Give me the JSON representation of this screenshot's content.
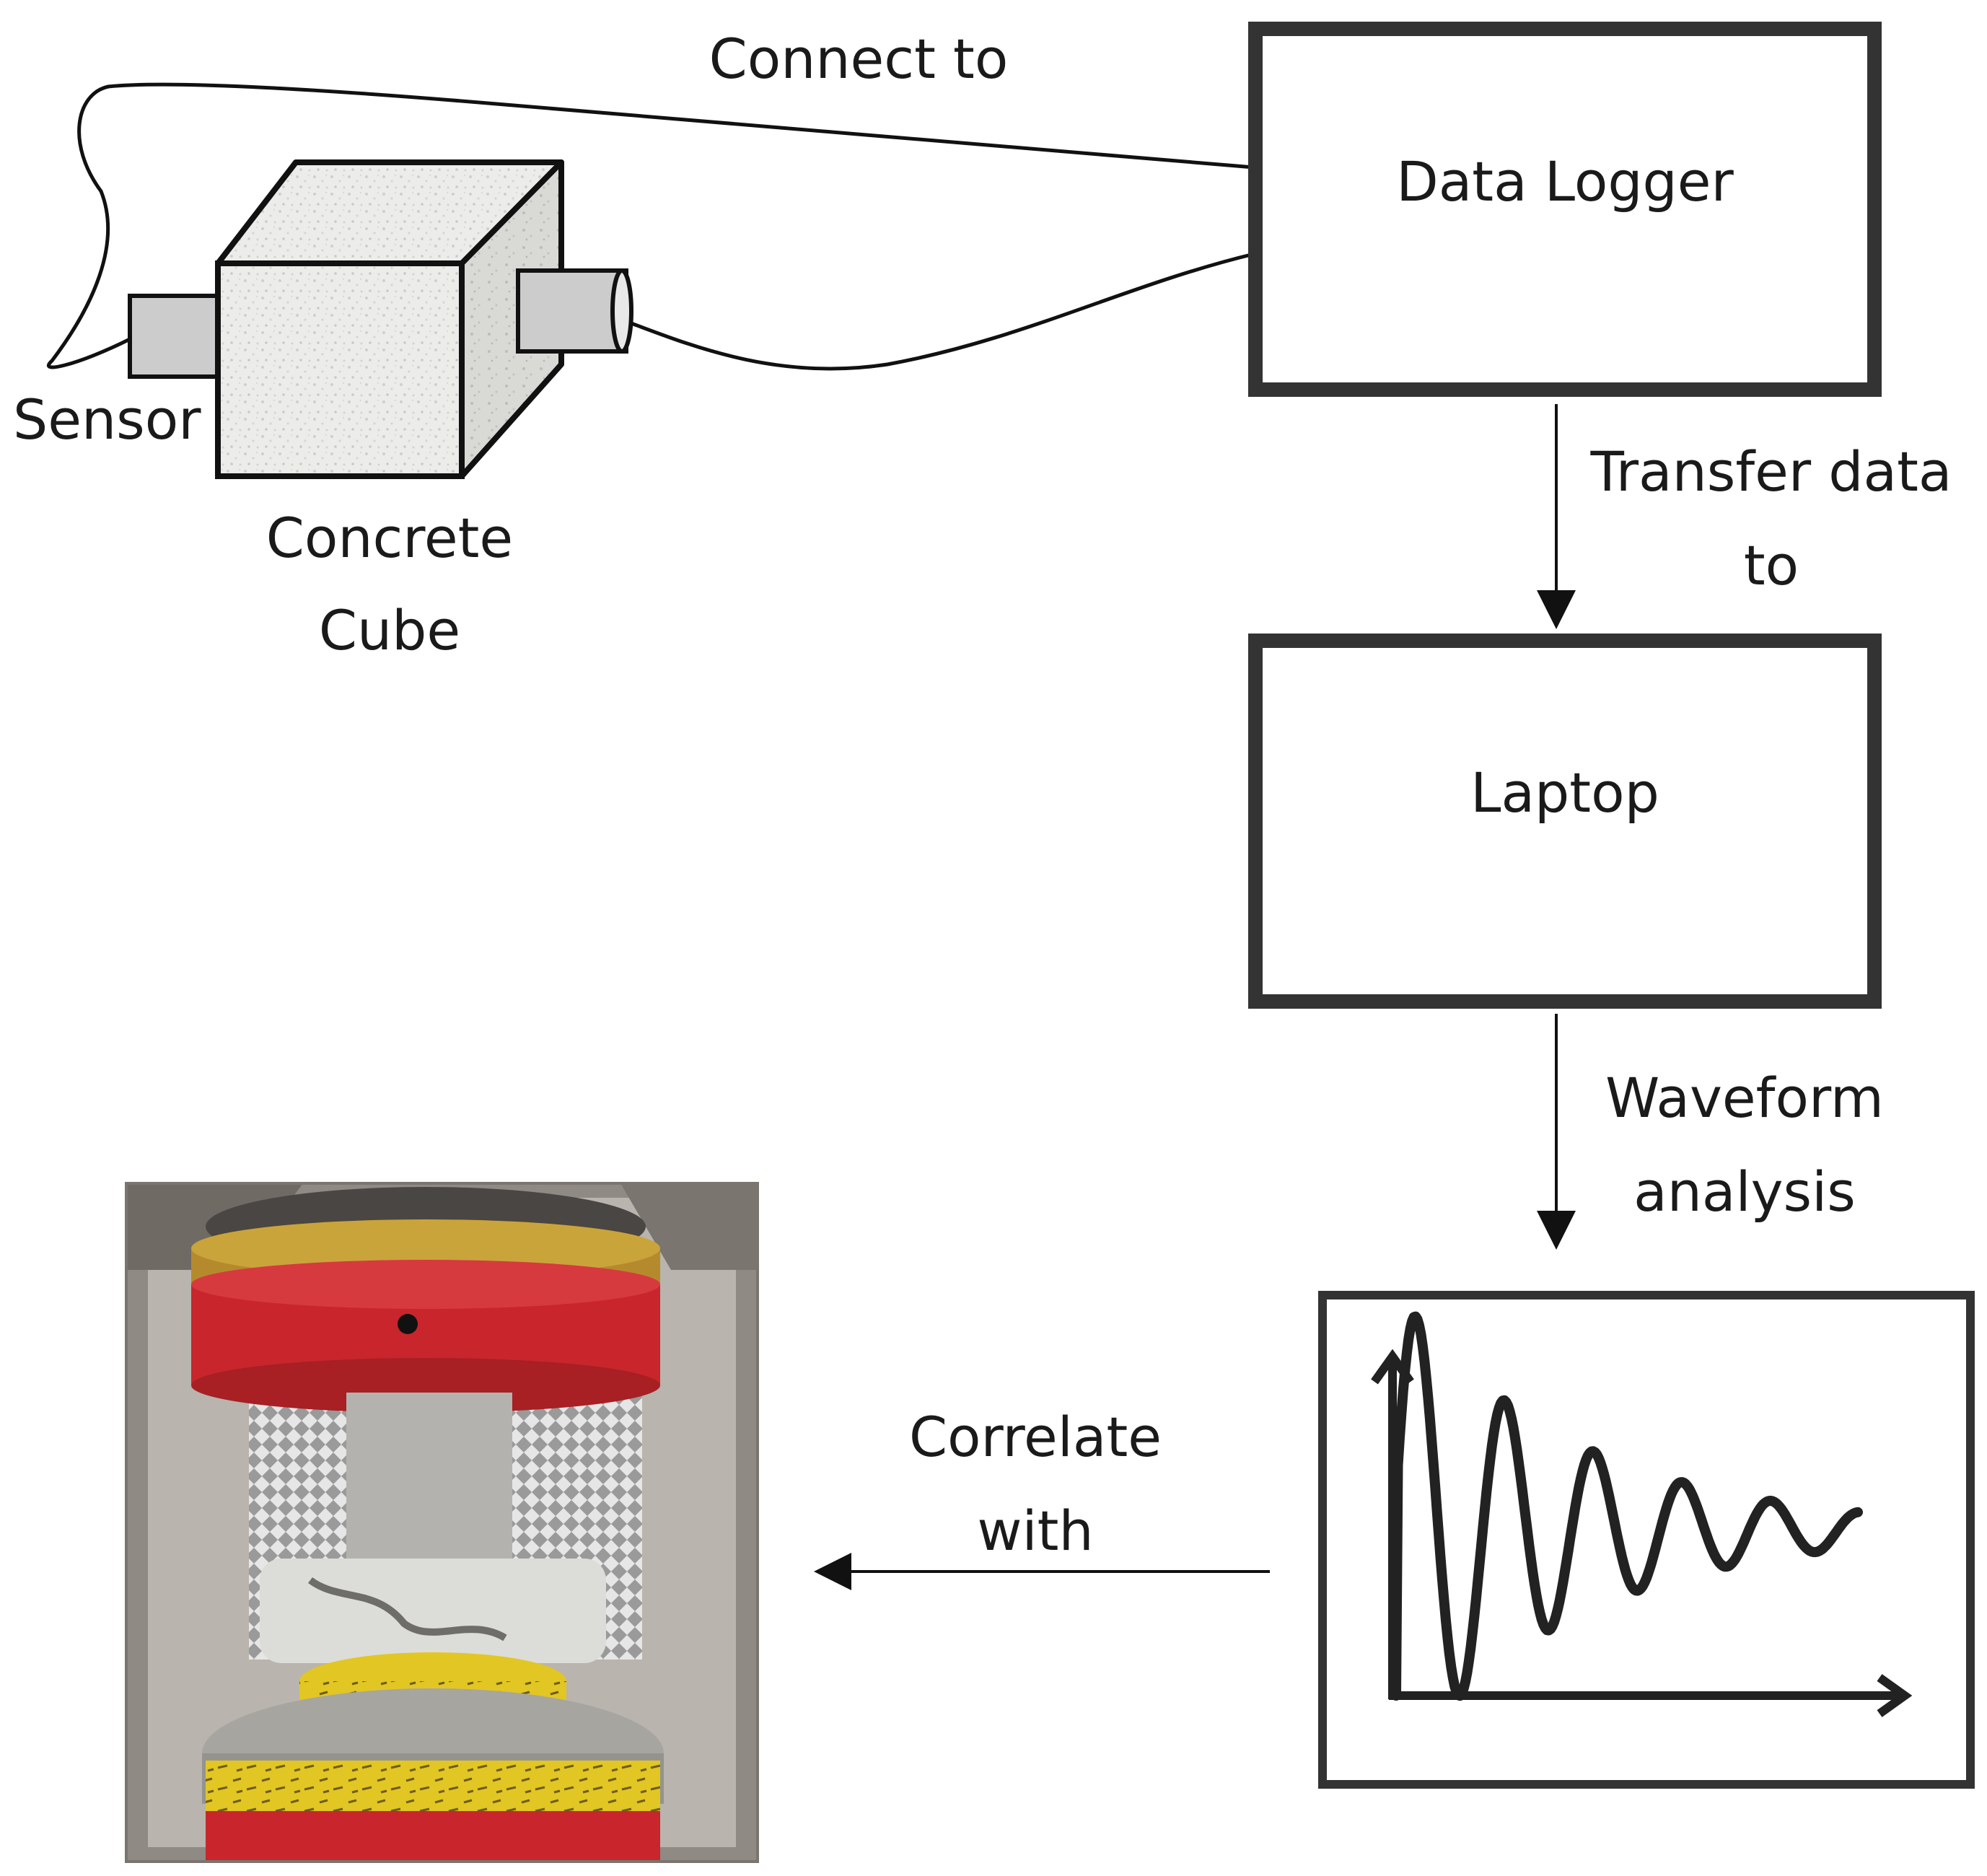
{
  "labels": {
    "connect_to": "Connect to",
    "sensor": "Sensor",
    "concrete_cube_line1": "Concrete",
    "concrete_cube_line2": "Cube",
    "data_logger": "Data Logger",
    "transfer_line1": "Transfer data",
    "transfer_line2": "to",
    "laptop": "Laptop",
    "waveform_line1": "Waveform",
    "waveform_line2": "analysis",
    "correlate_line1": "Correlate",
    "correlate_line2": "with"
  },
  "colors": {
    "box_stroke": "#333333",
    "press_red": "#c8262c",
    "press_yellow": "#e2c623",
    "concrete_grey": "#e4e4e2"
  },
  "icons": {
    "waveform": "damped-oscillation-icon",
    "photo": "compression-test-machine-photo"
  }
}
